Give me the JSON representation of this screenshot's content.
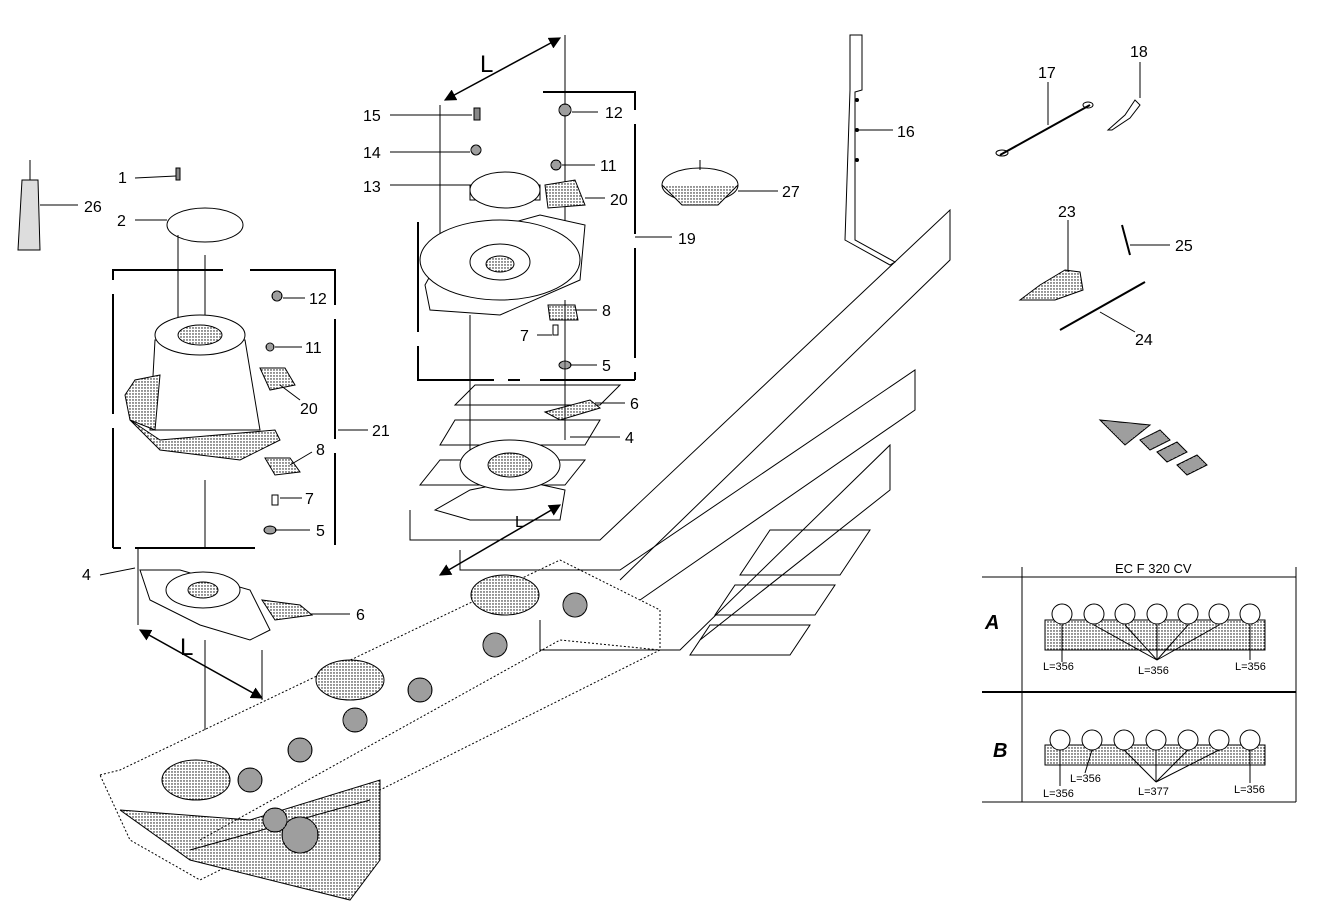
{
  "callouts": [
    {
      "id": "c1",
      "text": "1"
    },
    {
      "id": "c2",
      "text": "2"
    },
    {
      "id": "c26",
      "text": "26"
    },
    {
      "id": "c12a",
      "text": "12"
    },
    {
      "id": "c11a",
      "text": "11"
    },
    {
      "id": "c20a",
      "text": "20"
    },
    {
      "id": "c21",
      "text": "21"
    },
    {
      "id": "c8a",
      "text": "8"
    },
    {
      "id": "c7a",
      "text": "7"
    },
    {
      "id": "c5a",
      "text": "5"
    },
    {
      "id": "c4a",
      "text": "4"
    },
    {
      "id": "c6a",
      "text": "6"
    },
    {
      "id": "c15",
      "text": "15"
    },
    {
      "id": "c14",
      "text": "14"
    },
    {
      "id": "c13",
      "text": "13"
    },
    {
      "id": "c12b",
      "text": "12"
    },
    {
      "id": "c11b",
      "text": "11"
    },
    {
      "id": "c20b",
      "text": "20"
    },
    {
      "id": "c19",
      "text": "19"
    },
    {
      "id": "c8b",
      "text": "8"
    },
    {
      "id": "c7b",
      "text": "7"
    },
    {
      "id": "c5b",
      "text": "5"
    },
    {
      "id": "c6b",
      "text": "6"
    },
    {
      "id": "c4b",
      "text": "4"
    },
    {
      "id": "c27",
      "text": "27"
    },
    {
      "id": "c16",
      "text": "16"
    },
    {
      "id": "c17",
      "text": "17"
    },
    {
      "id": "c18",
      "text": "18"
    },
    {
      "id": "c23",
      "text": "23"
    },
    {
      "id": "c25",
      "text": "25"
    },
    {
      "id": "c24",
      "text": "24"
    }
  ],
  "dimension_labels": {
    "top": "L",
    "left": "L",
    "middle": "L"
  },
  "table": {
    "header": "EC F 320 CV",
    "rows": [
      {
        "label": "A",
        "lengths": [
          "L=356",
          "L=356",
          "L=356"
        ]
      },
      {
        "label": "B",
        "lengths": [
          "L=356",
          "L=356",
          "L=377",
          "L=356"
        ]
      }
    ]
  }
}
